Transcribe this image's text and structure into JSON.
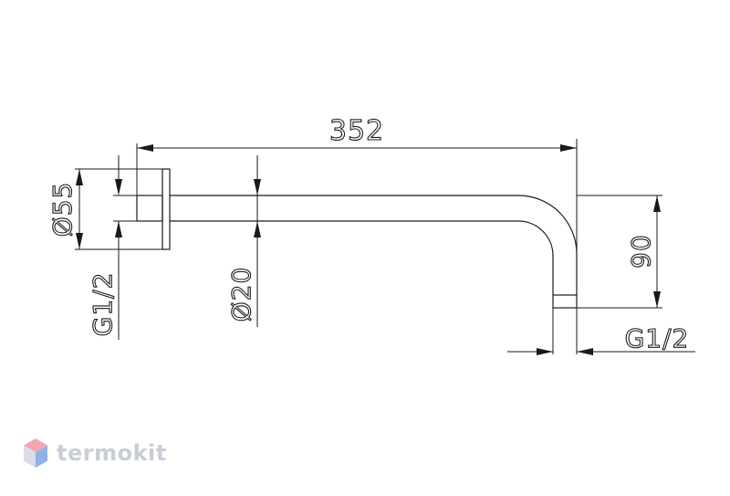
{
  "drawing": {
    "dim_length": "352",
    "dim_height": "90",
    "dim_flange_diameter": "Ø55",
    "dim_pipe_diameter": "Ø20",
    "dim_thread_wall": "G1/2",
    "dim_thread_outlet": "G1/2"
  },
  "watermark": {
    "brand": "termokit",
    "logo_icon": "hexagon-cube-logo-icon",
    "colors": {
      "top": "#f2a7b0",
      "left": "#d9dcea",
      "right": "#8fb1e6"
    }
  }
}
